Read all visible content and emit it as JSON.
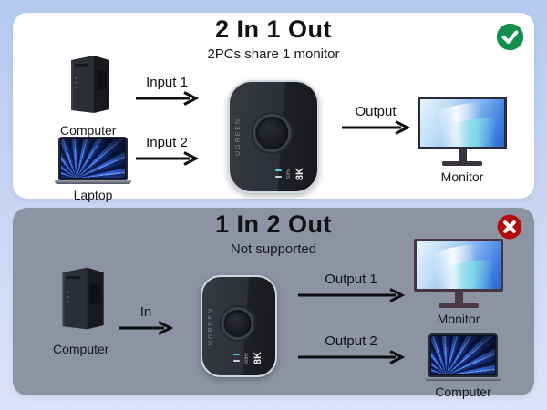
{
  "colors": {
    "background_top": "#b5c9ef",
    "background_bottom": "#dde3f8",
    "card_supported_bg": "#ffffff",
    "card_unsupported_bg": "#8c93a3",
    "check_green": "#10904a",
    "cross_red": "#b20c0c",
    "arrow_color": "#0e0e10",
    "title_color": "#121214"
  },
  "switch_device": {
    "brand": "UGREEN",
    "badge_resolution": "8K",
    "badge_refresh": "60Hz"
  },
  "supported_section": {
    "title": "2 In 1 Out",
    "subtitle": "2PCs share 1 monitor",
    "status_icon": "check-circle",
    "sources": [
      {
        "type": "desktop-tower",
        "label": "Computer"
      },
      {
        "type": "laptop",
        "label": "Laptop"
      }
    ],
    "arrows": [
      {
        "label": "Input 1"
      },
      {
        "label": "Input 2"
      },
      {
        "label": "Output"
      }
    ],
    "sink": {
      "type": "monitor",
      "label": "Monitor"
    }
  },
  "unsupported_section": {
    "title": "1 In 2 Out",
    "subtitle": "Not supported",
    "status_icon": "cross-circle",
    "source": {
      "type": "desktop-tower",
      "label": "Computer"
    },
    "arrows": [
      {
        "label": "In"
      },
      {
        "label": "Output 1"
      },
      {
        "label": "Output 2"
      }
    ],
    "sinks": [
      {
        "type": "monitor",
        "label": "Monitor"
      },
      {
        "type": "laptop",
        "label": "Computer"
      }
    ]
  }
}
